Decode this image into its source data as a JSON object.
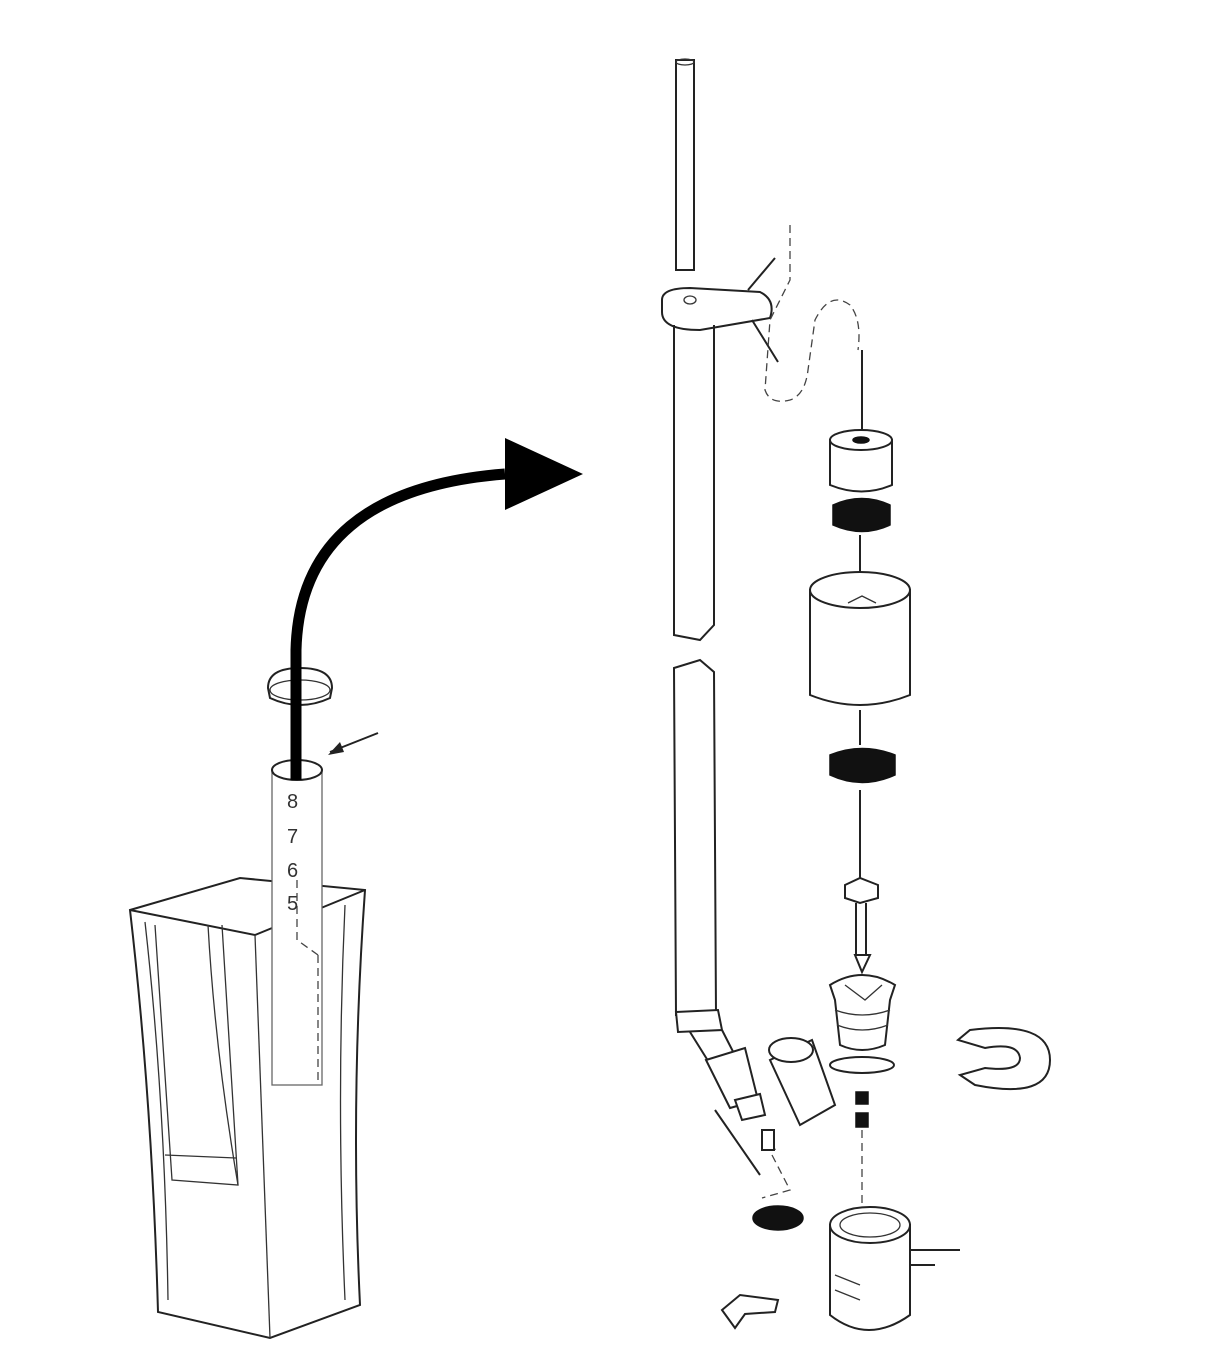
{
  "diagram": {
    "title": "",
    "level_marks": [
      "8",
      "7",
      "6",
      "5"
    ],
    "colors": {
      "line": "#222222",
      "arrow": "#000000",
      "background": "#ffffff"
    }
  }
}
